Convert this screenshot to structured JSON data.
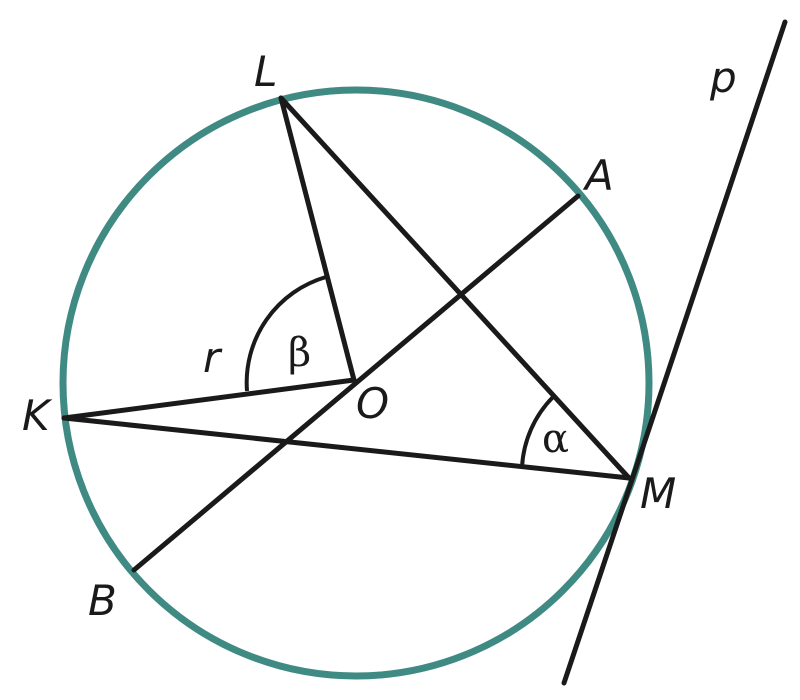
{
  "colors": {
    "circle": "#3f8a83",
    "ink": "#1a1a1a"
  },
  "labels": {
    "L": "L",
    "A": "A",
    "K": "K",
    "O": "O",
    "M": "M",
    "B": "B",
    "p": "p",
    "r": "r",
    "beta": "β",
    "alpha": "α"
  }
}
